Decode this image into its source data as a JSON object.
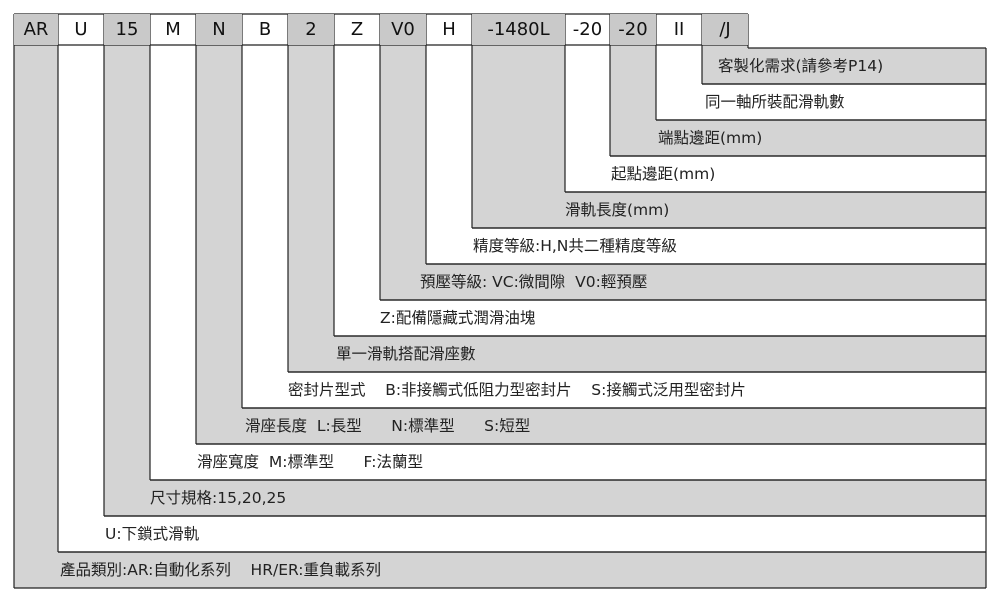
{
  "code": [
    "AR",
    "U",
    "15",
    "M",
    "N",
    "B",
    "2",
    "Z",
    "V0",
    "H",
    "-1480L",
    "-20",
    "-20",
    "II",
    "/J"
  ],
  "rows": [
    {
      "label": "客製化需求(請參考P14)"
    },
    {
      "label": "同一軸所裝配滑軌數"
    },
    {
      "label": "端點邊距(mm)"
    },
    {
      "label": "起點邊距(mm)"
    },
    {
      "label": "滑軌長度(mm)"
    },
    {
      "label": "精度等級:H,N共二種精度等級"
    },
    {
      "label": "預壓等級: VC:微間隙  V0:輕預壓"
    },
    {
      "label": "Z:配備隱藏式潤滑油塊"
    },
    {
      "label": "單一滑軌搭配滑座數"
    },
    {
      "label": "密封片型式    B:非接觸式低阻力型密封片    S:接觸式泛用型密封片"
    },
    {
      "label": "滑座長度  L:長型      N:標準型      S:短型"
    },
    {
      "label": "滑座寬度  M:標準型      F:法蘭型"
    },
    {
      "label": "尺寸規格:15,20,25"
    },
    {
      "label": "U:下鎖式滑軌"
    },
    {
      "label": "產品類別:AR:自動化系列    HR/ER:重負載系列"
    }
  ],
  "colors": {
    "shade": "#d4d4d4",
    "header_shade": "#c9c9c9",
    "line": "#222222"
  }
}
